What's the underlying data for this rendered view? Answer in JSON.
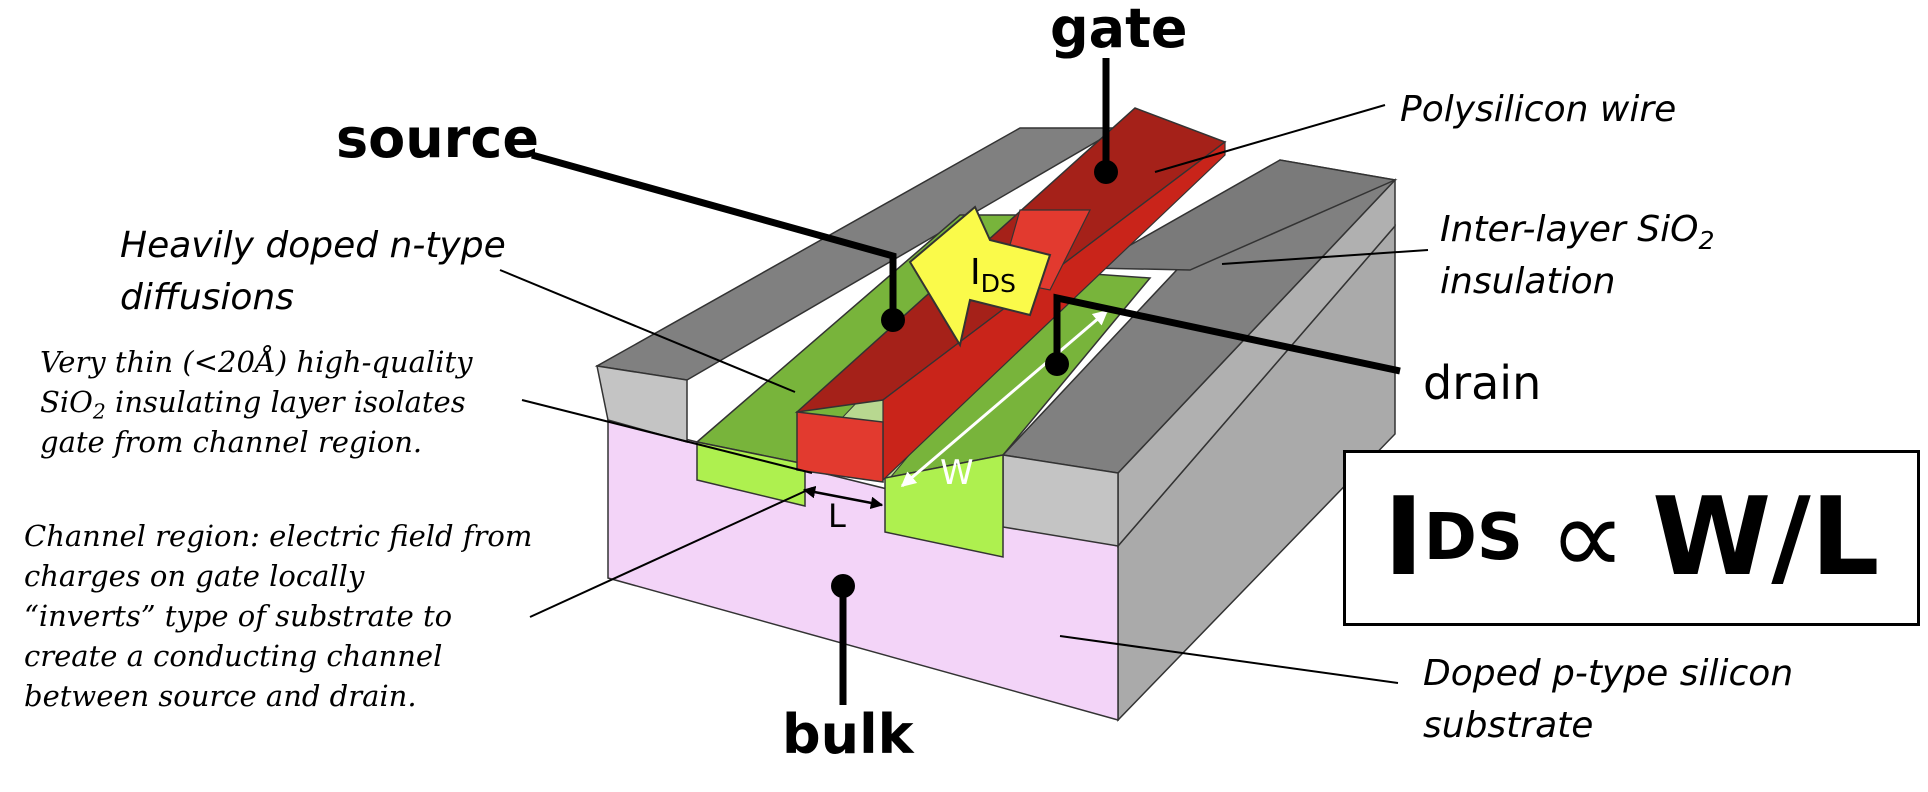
{
  "terminals": {
    "gate": "gate",
    "source": "source",
    "drain": "drain",
    "bulk": "bulk"
  },
  "labels": {
    "polysilicon": "Polysilicon wire",
    "interlayer_line1": "Inter-layer SiO",
    "interlayer_sub": "2",
    "interlayer_line2": "insulation",
    "diffusions_line1": "Heavily doped n-type",
    "diffusions_line2": "diffusions",
    "substrate_line1": "Doped p-type silicon",
    "substrate_line2": "substrate"
  },
  "notes": {
    "oxide_line1": "Very thin (<20Å) high-quality",
    "oxide_line2_pre": "SiO",
    "oxide_line2_sub": "2",
    "oxide_line2_post": " insulating layer isolates",
    "oxide_line3": "gate from channel region.",
    "channel_line1": "Channel region: electric field from",
    "channel_line2": "charges on gate locally",
    "channel_line3": "“inverts” type of substrate to",
    "channel_line4": "create a conducting channel",
    "channel_line5": "between source and drain."
  },
  "dimensions": {
    "width": "W",
    "length": "L",
    "current_main": "I",
    "current_sub": "DS"
  },
  "formula": {
    "current": "I",
    "current_sub": "DS",
    "relation": "∝",
    "ratio": "W/L"
  },
  "colors": {
    "substrate_front": "#f3d4f8",
    "substrate_side": "#aaaaaa",
    "oxide_top": "#7f7f7f",
    "oxide_front": "#c4c4c4",
    "oxide_side": "#b0b0b0",
    "diffusion_top": "#78b43b",
    "diffusion_front": "#aef04f",
    "poly_top": "#a52119",
    "poly_front": "#e23a2f",
    "current_arrow": "#fafa4a"
  }
}
